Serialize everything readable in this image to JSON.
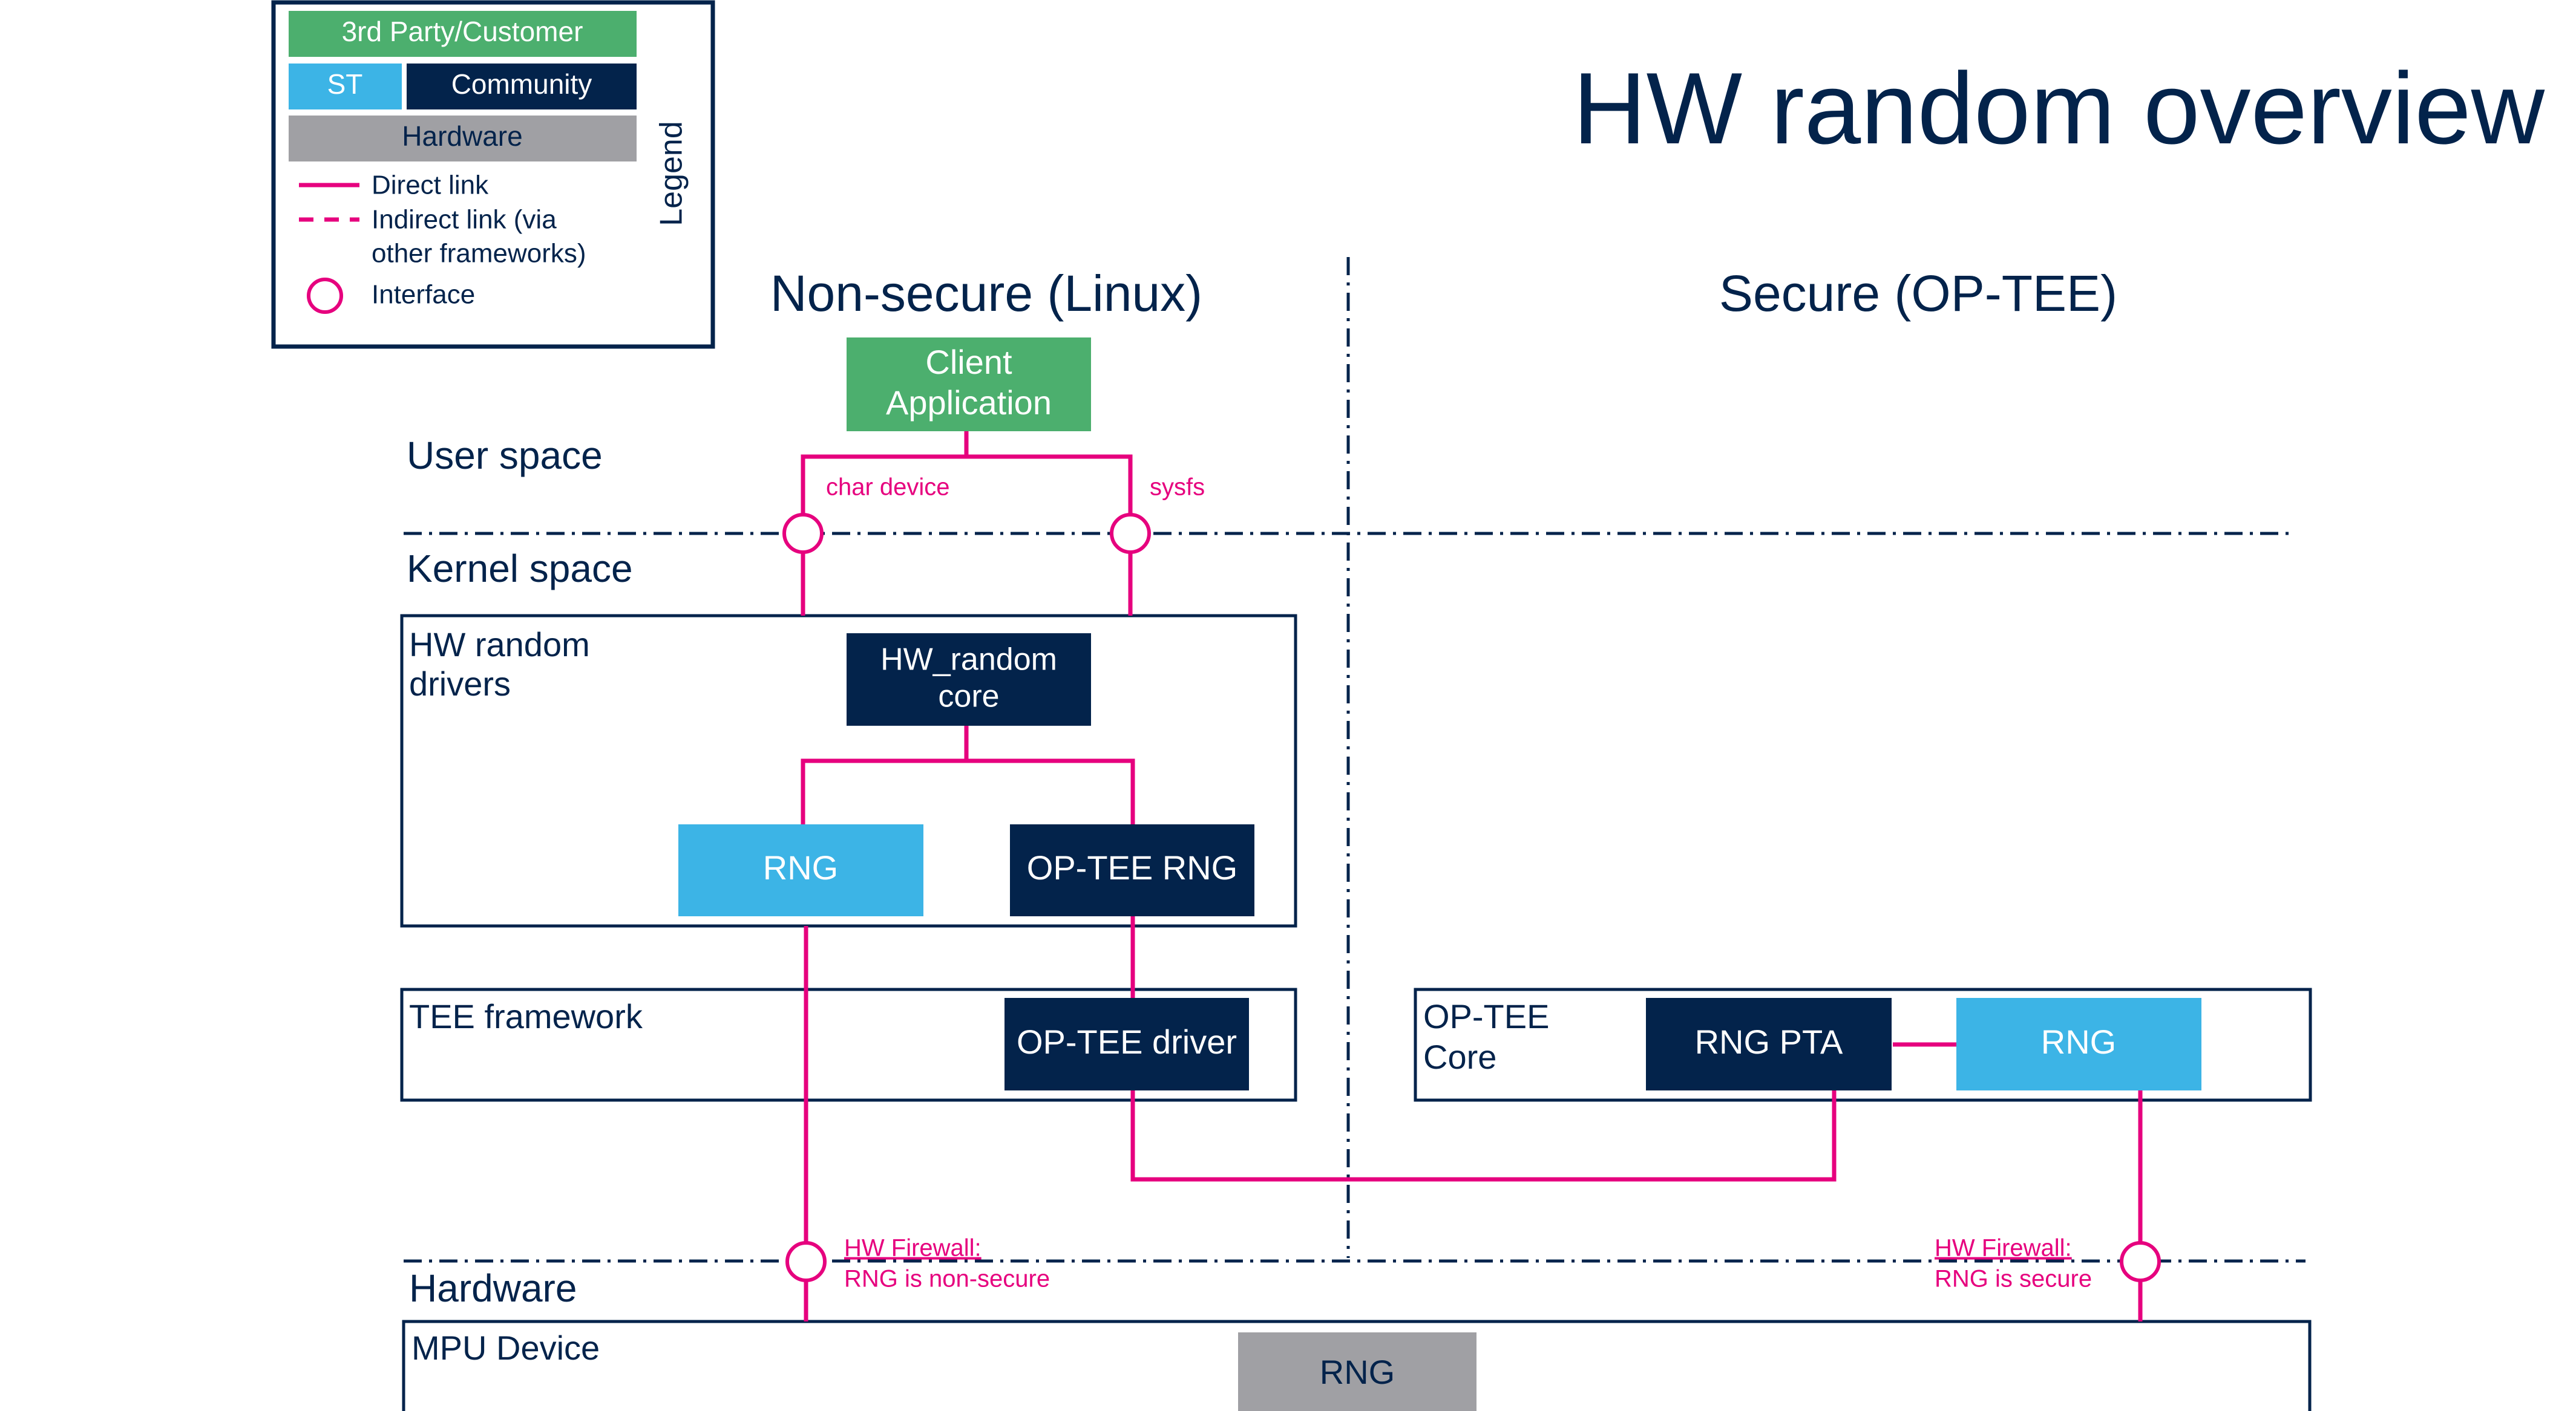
{
  "title": "HW random overview",
  "legend": {
    "heading": "Legend",
    "items": {
      "third_party": "3rd Party/Customer",
      "st": "ST",
      "community": "Community",
      "hardware": "Hardware"
    },
    "lines": {
      "direct": "Direct link",
      "indirect_1": "Indirect link (via",
      "indirect_2": "other frameworks)",
      "interface": "Interface"
    }
  },
  "regions": {
    "non_secure": "Non-secure (Linux)",
    "secure": "Secure (OP-TEE)"
  },
  "layers": {
    "user_space": "User space",
    "kernel_space": "Kernel space",
    "hardware": "Hardware"
  },
  "containers": {
    "hw_random_drivers_1": "HW random",
    "hw_random_drivers_2": "drivers",
    "tee_framework": "TEE framework",
    "optee_core_1": "OP-TEE",
    "optee_core_2": "Core",
    "mpu_device": "MPU Device"
  },
  "blocks": {
    "client_app_1": "Client",
    "client_app_2": "Application",
    "hw_random_core_1": "HW_random",
    "hw_random_core_2": "core",
    "rng_linux": "RNG",
    "optee_rng": "OP-TEE RNG",
    "optee_driver": "OP-TEE driver",
    "rng_pta": "RNG PTA",
    "rng_secure": "RNG",
    "rng_hw": "RNG"
  },
  "interfaces": {
    "char_device": "char device",
    "sysfs": "sysfs",
    "fw_ns_1": "HW Firewall:",
    "fw_ns_2": "RNG is non-secure",
    "fw_s_1": "HW Firewall:",
    "fw_s_2": "RNG is secure"
  },
  "colors": {
    "third_party": "#4caf6e",
    "st": "#3cb4e6",
    "community": "#03234b",
    "hardware": "#a0a0a4",
    "link": "#e6007e",
    "text": "#03234b"
  }
}
